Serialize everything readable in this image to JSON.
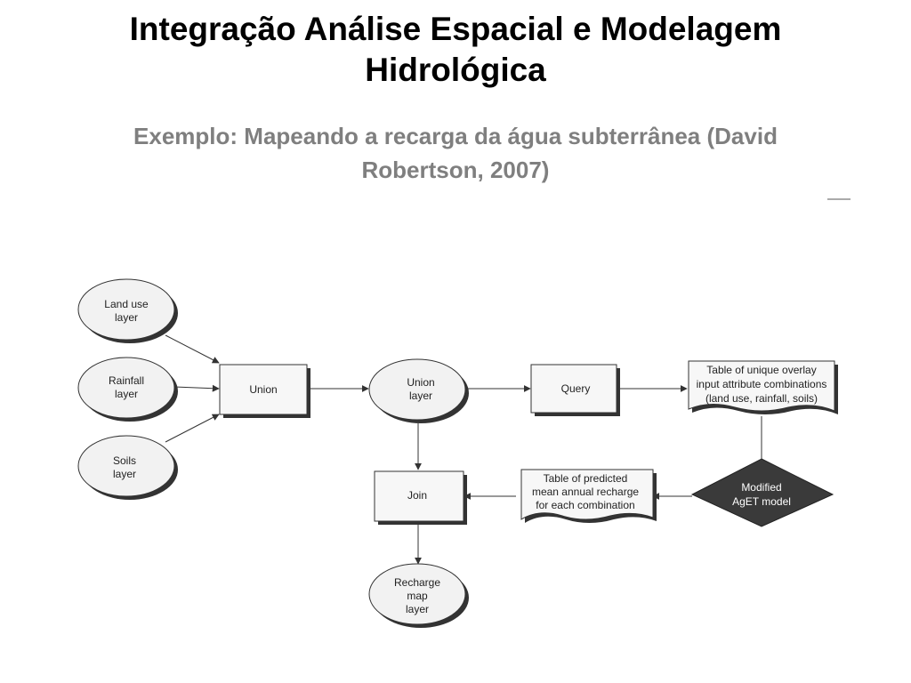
{
  "slide": {
    "title_lines": [
      "Integração Análise Espacial e Modelagem",
      "Hidrológica"
    ],
    "subtitle_lines": [
      "Exemplo: Mapeando a recarga da água subterrânea (David",
      "Robertson, 2007)"
    ]
  },
  "diagram": {
    "land_use_layer": [
      "Land use",
      "layer"
    ],
    "rainfall_layer": [
      "Rainfall",
      "layer"
    ],
    "soils_layer": [
      "Soils",
      "layer"
    ],
    "union": [
      "Union"
    ],
    "union_layer": [
      "Union",
      "layer"
    ],
    "query": [
      "Query"
    ],
    "unique_table": [
      "Table of unique overlay",
      "input attribute combinations",
      "(land use, rainfall, soils)"
    ],
    "aget_model": [
      "Modified",
      "AgET model"
    ],
    "predicted_table": [
      "Table of predicted",
      "mean annual recharge",
      "for each combination"
    ],
    "join": [
      "Join"
    ],
    "recharge_map": [
      "Recharge",
      "map",
      "layer"
    ]
  },
  "colors": {
    "title": "#000000",
    "subtitle": "#7f7f7f",
    "node_fill": "#f2f2f2",
    "stroke": "#333333",
    "diamond_fill": "#3a3a3a"
  }
}
